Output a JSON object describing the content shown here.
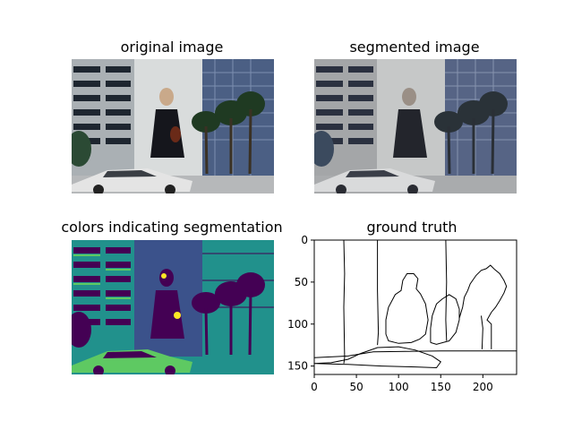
{
  "chart_data": [
    {
      "type": "image",
      "title": "original image",
      "content": "photo: man in dark suit holding violin on a billboard, office buildings, palm trees, white car in foreground"
    },
    {
      "type": "image",
      "title": "segmented image",
      "content": "segmentation-averaged colours: greys, dark navy, light grey sky"
    },
    {
      "type": "heatmap",
      "title": "colors indicating segmentation",
      "colormap": "viridis"
    },
    {
      "type": "line",
      "title": "ground truth",
      "xlim": [
        0,
        240
      ],
      "ylim": [
        160,
        0
      ],
      "xticks": [
        0,
        50,
        100,
        150,
        200
      ],
      "yticks": [
        0,
        50,
        100,
        150
      ],
      "series": [
        {
          "values": [
            [
              35,
              0
            ],
            [
              36,
              40
            ],
            [
              35,
              80
            ],
            [
              36,
              140
            ],
            [
              35,
              147
            ]
          ]
        },
        {
          "values": [
            [
              75,
              0
            ],
            [
              75,
              60
            ],
            [
              76,
              110
            ],
            [
              75,
              125
            ]
          ]
        },
        {
          "values": [
            [
              156,
              0
            ],
            [
              157,
              50
            ],
            [
              156,
              95
            ],
            [
              157,
              120
            ]
          ]
        },
        {
          "values": [
            [
              0,
              140
            ],
            [
              40,
              138
            ],
            [
              70,
              133
            ],
            [
              150,
              132
            ],
            [
              240,
              132
            ]
          ]
        },
        {
          "values": [
            [
              0,
              147
            ],
            [
              20,
              146
            ],
            [
              40,
              142
            ],
            [
              55,
              135
            ],
            [
              75,
              128
            ],
            [
              100,
              127
            ],
            [
              120,
              131
            ],
            [
              140,
              138
            ],
            [
              150,
              145
            ],
            [
              145,
              152
            ],
            [
              120,
              151
            ],
            [
              80,
              150
            ],
            [
              40,
              148
            ],
            [
              0,
              147
            ]
          ]
        },
        {
          "values": [
            [
              85,
              112
            ],
            [
              85,
              95
            ],
            [
              88,
              80
            ],
            [
              96,
              65
            ],
            [
              103,
              60
            ],
            [
              105,
              48
            ],
            [
              110,
              40
            ],
            [
              118,
              40
            ],
            [
              123,
              46
            ],
            [
              121,
              58
            ],
            [
              126,
              64
            ],
            [
              132,
              76
            ],
            [
              135,
              95
            ],
            [
              132,
              112
            ],
            [
              125,
              118
            ],
            [
              115,
              122
            ],
            [
              100,
              123
            ],
            [
              88,
              120
            ],
            [
              85,
              112
            ]
          ]
        },
        {
          "values": [
            [
              138,
              122
            ],
            [
              138,
              105
            ],
            [
              140,
              90
            ],
            [
              145,
              76
            ],
            [
              152,
              70
            ],
            [
              160,
              65
            ],
            [
              168,
              70
            ],
            [
              172,
              82
            ],
            [
              172,
              95
            ],
            [
              168,
              110
            ],
            [
              160,
              120
            ],
            [
              145,
              124
            ],
            [
              138,
              122
            ]
          ]
        },
        {
          "values": [
            [
              172,
              93
            ],
            [
              176,
              80
            ],
            [
              178,
              68
            ],
            [
              182,
              60
            ],
            [
              185,
              52
            ],
            [
              192,
              42
            ],
            [
              198,
              36
            ],
            [
              204,
              34
            ],
            [
              209,
              30
            ],
            [
              214,
              35
            ],
            [
              220,
              40
            ],
            [
              225,
              48
            ],
            [
              228,
              55
            ],
            [
              225,
              63
            ],
            [
              220,
              72
            ],
            [
              215,
              80
            ],
            [
              210,
              86
            ],
            [
              205,
              95
            ],
            [
              210,
              100
            ],
            [
              210,
              130
            ]
          ]
        },
        {
          "values": [
            [
              198,
              90
            ],
            [
              200,
              105
            ],
            [
              199,
              130
            ]
          ]
        }
      ]
    }
  ]
}
